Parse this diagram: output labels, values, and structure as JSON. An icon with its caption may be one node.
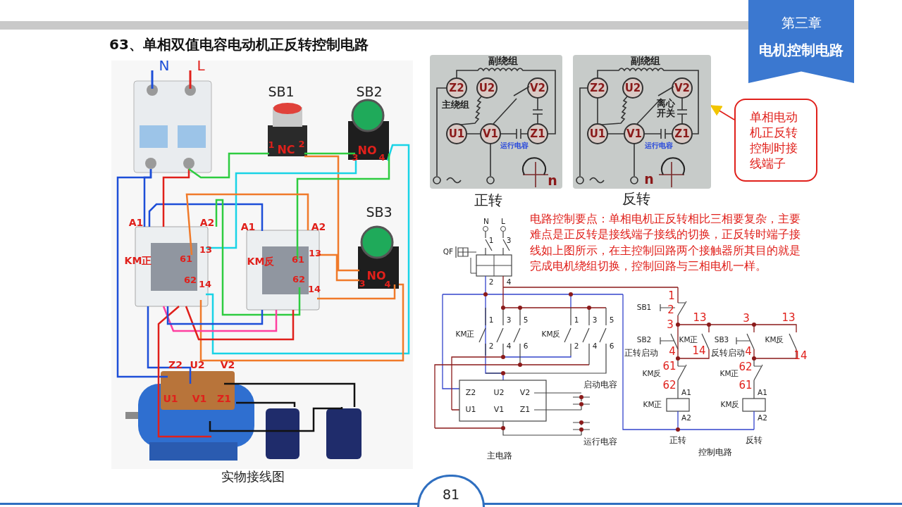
{
  "diagram": {
    "title": "63、单相双值电容电动机正反转控制电路",
    "nodes": [
      {
        "text": [
          "第三章",
          "电机控制电路"
        ]
      },
      {
        "text": [
          "副绕组",
          "Z2",
          "U2",
          "V2",
          "主绕组",
          "U1",
          "V1",
          "Z1",
          "运行电容",
          "n"
        ],
        "beside": [
          "正转"
        ]
      },
      {
        "text": [
          "副绕组",
          "Z2",
          "U2",
          "V2",
          "离心开关",
          "U1",
          "V1",
          "Z1",
          "运行电容",
          "n"
        ],
        "beside": [
          "反转"
        ]
      },
      {
        "text": [
          "单相电动机正反转控制时接线端子"
        ]
      },
      {
        "text": [
          "81"
        ]
      }
    ],
    "edges": [
      {
        "from": 3,
        "to": 2,
        "arrow": "to"
      }
    ],
    "labels": [
      "N",
      "L",
      "SB1",
      "SB2",
      "SB3",
      "1",
      "NC",
      "2",
      "3",
      "NO",
      "4",
      "A1",
      "A2",
      "KM正",
      "61",
      "13",
      "62",
      "14",
      "A1",
      "A2",
      "KM反",
      "61",
      "13",
      "62",
      "14",
      "3",
      "NO",
      "4",
      "Z2",
      "U2",
      "V2",
      "U1",
      "V1",
      "Z1",
      "实物接线图",
      "电路控制要点：单相电机正反转相比三相要复杂，主要难点是正反转是接线端子接线的切换，正反转时端子接线如上图所示，在主控制回路两个接触器所其目的就是完成电机绕组切换，控制回路与三相电机一样。",
      "N",
      "L",
      "1",
      "3",
      "QF",
      "2",
      "4",
      "1",
      "3",
      "5",
      "KM正",
      "2",
      "4",
      "6",
      "1",
      "3",
      "5",
      "KM反",
      "2",
      "4",
      "6",
      "Z2",
      "U2",
      "V2",
      "U1",
      "V1",
      "Z1",
      "启动电容",
      "运行电容",
      "主电路",
      "1",
      "SB1",
      "2",
      "3",
      "13",
      "3",
      "13",
      "SB2",
      "KM正",
      "SB3",
      "KM反",
      "正转启动",
      "4",
      "14",
      "反转启动",
      "4",
      "14",
      "61",
      "KM反",
      "62",
      "KM正",
      "62",
      "61",
      "A1",
      "A1",
      "KM正",
      "KM反",
      "A2",
      "A2",
      "正转",
      "反转",
      "控制电路"
    ]
  }
}
